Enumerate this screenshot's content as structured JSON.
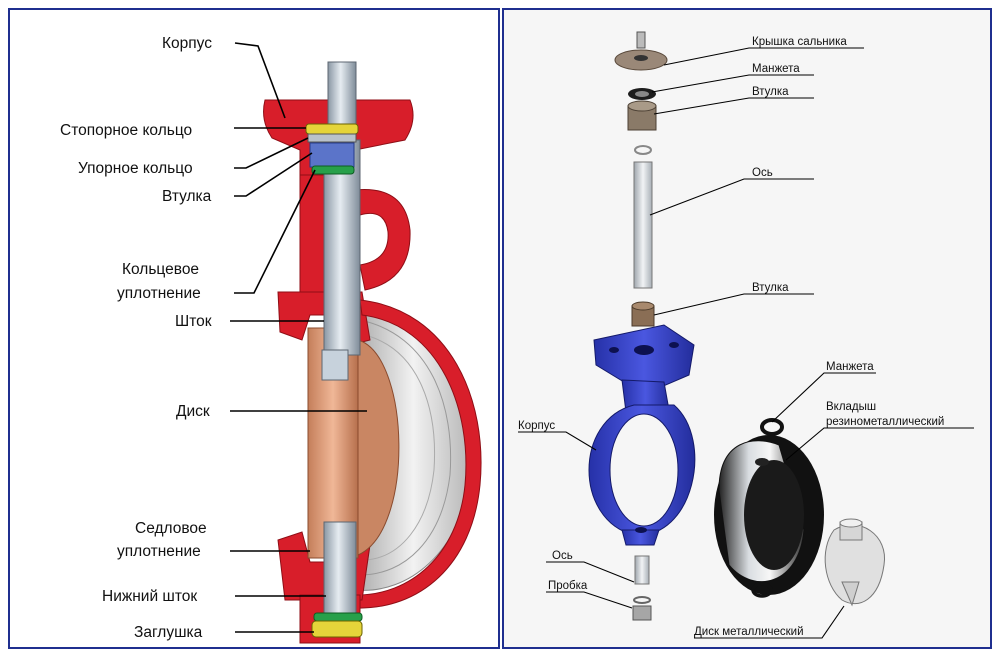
{
  "left": {
    "labels": {
      "korpus": "Корпус",
      "stopornoe": "Стопорное кольцо",
      "upornoe": "Упорное кольцо",
      "vtulka": "Втулка",
      "koltsevoe_1": "Кольцевое",
      "koltsevoe_2": "уплотнение",
      "shtok": "Шток",
      "disk": "Диск",
      "sedlovoe_1": "Седловое",
      "sedlovoe_2": "уплотнение",
      "nizhniy_shtok": "Нижний шток",
      "zaglushka": "Заглушка"
    }
  },
  "right": {
    "labels": {
      "kryshka": "Крышка сальника",
      "manzheta_top": "Манжета",
      "vtulka_top": "Втулка",
      "os_top": "Ось",
      "vtulka_mid": "Втулка",
      "manzheta_right": "Манжета",
      "vkladysh_1": "Вкладыш",
      "vkladysh_2": "резинометаллический",
      "korpus": "Корпус",
      "os_bottom": "Ось",
      "probka": "Пробка",
      "disk_metal": "Диск металлический"
    }
  },
  "colors": {
    "border": "#1f2f8f",
    "body_red": "#d81e2a",
    "body_blue": "#3340c8",
    "disk_copper": "#d4906a",
    "stem_steel": "#b8c4cf"
  }
}
